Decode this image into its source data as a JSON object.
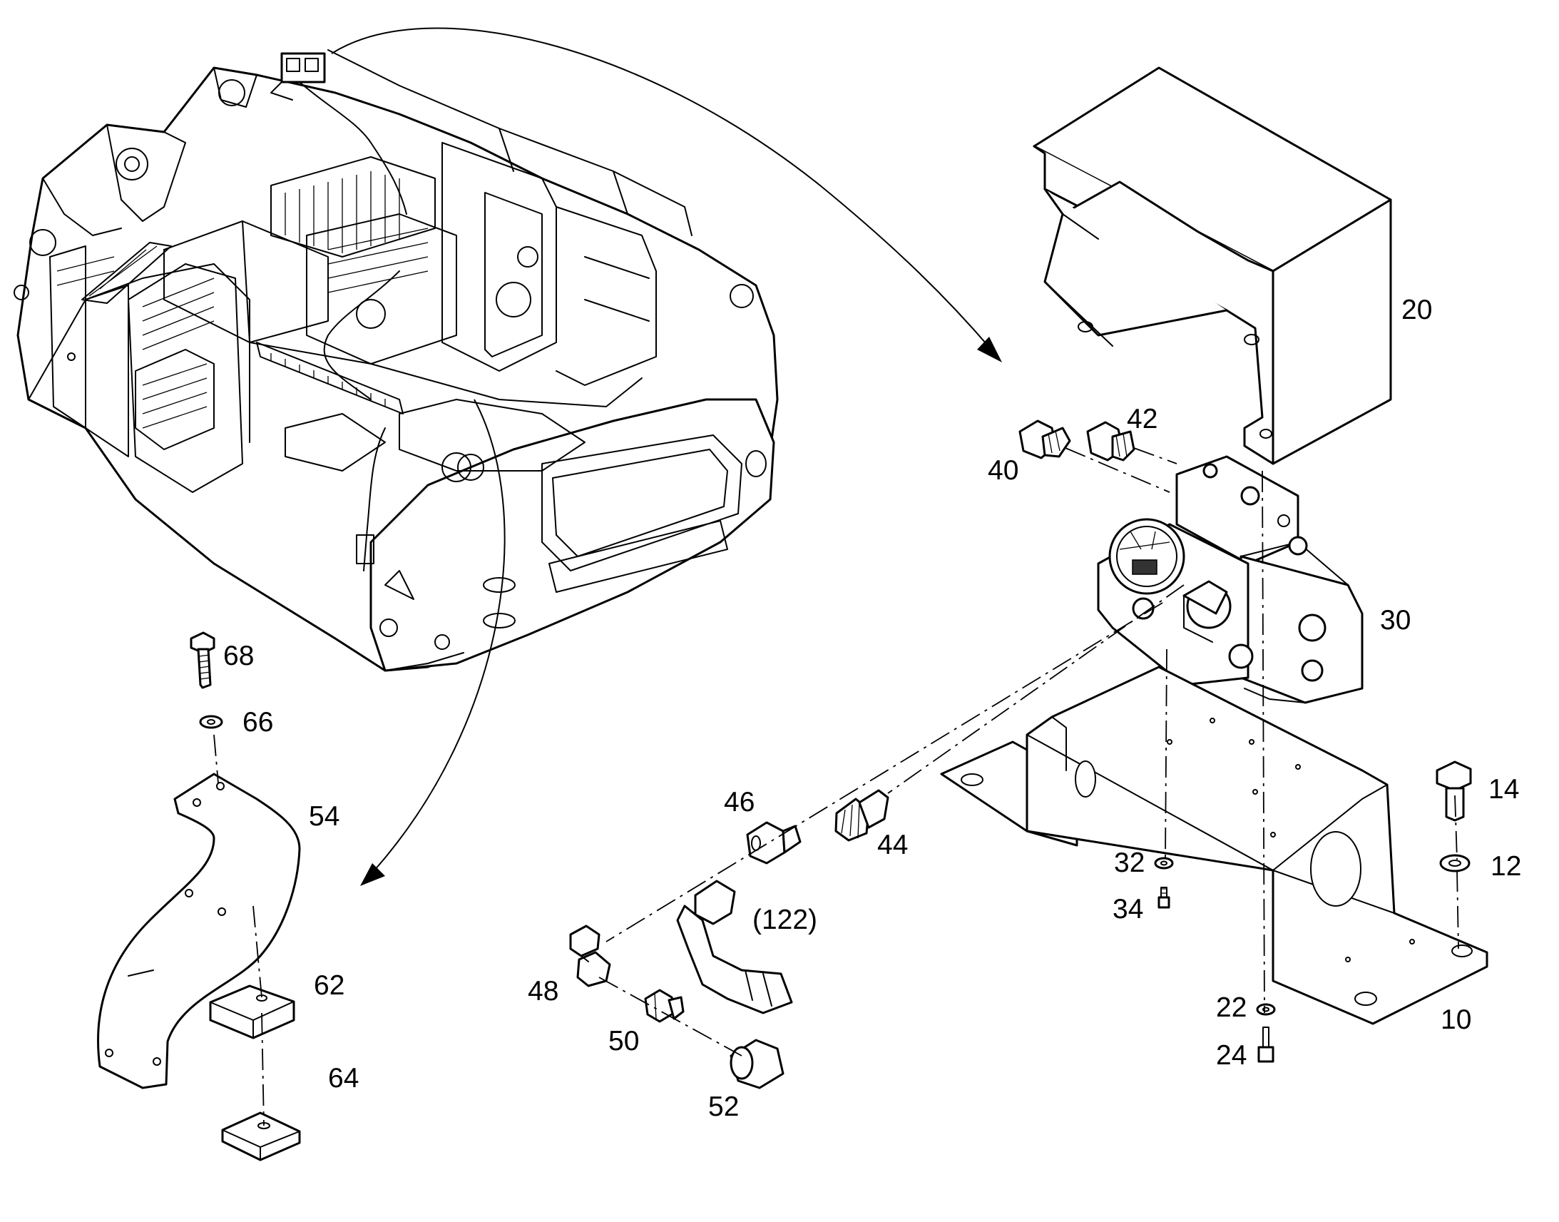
{
  "callouts": {
    "c10": "10",
    "c12": "12",
    "c14": "14",
    "c20": "20",
    "c22": "22",
    "c24": "24",
    "c30": "30",
    "c32": "32",
    "c34": "34",
    "c40": "40",
    "c42": "42",
    "c44": "44",
    "c46": "46",
    "c48": "48",
    "c50": "50",
    "c52": "52",
    "c54": "54",
    "c62": "62",
    "c64": "64",
    "c66": "66",
    "c68": "68",
    "c122": "(122)"
  }
}
